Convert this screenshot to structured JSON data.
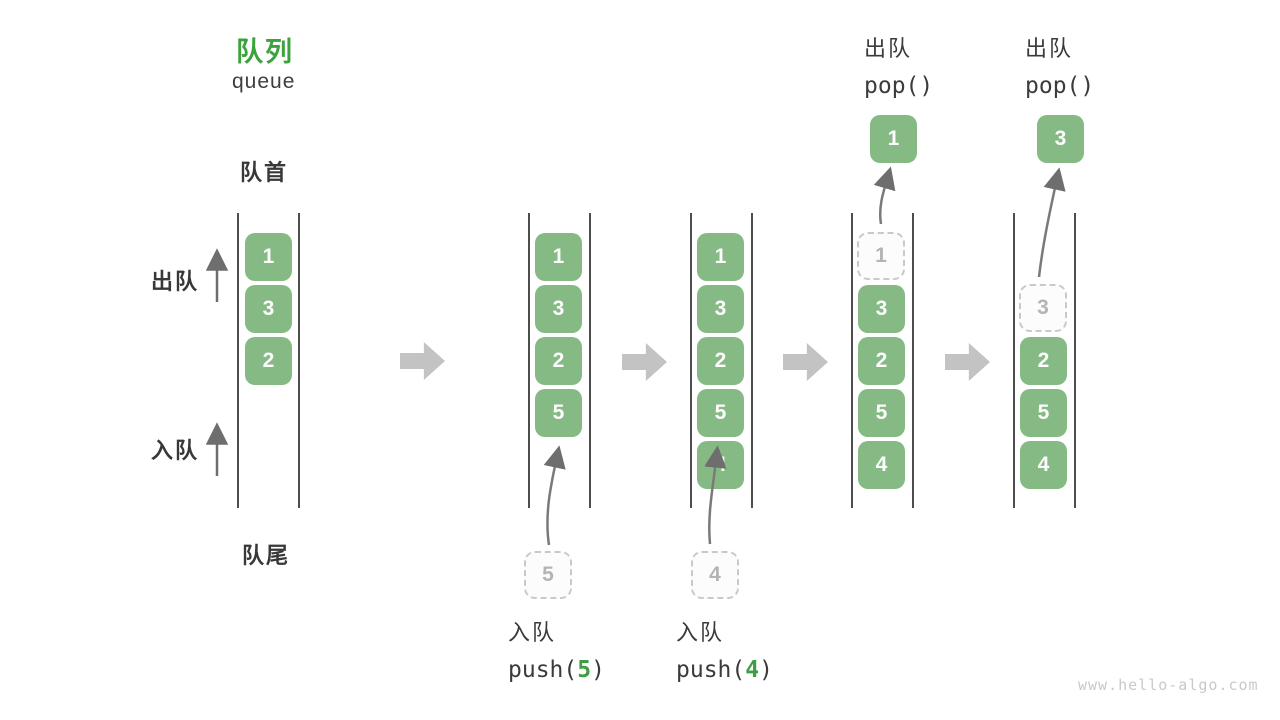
{
  "title": {
    "zh": "队列",
    "en": "queue"
  },
  "labels": {
    "front": "队首",
    "rear": "队尾",
    "dequeue": "出队",
    "enqueue": "入队"
  },
  "watermark": "www.hello-algo.com",
  "colors": {
    "box_green": "#86ba85",
    "title_green": "#3ca23c",
    "code_arg_green": "#3f9e42",
    "block_arrow_gray": "#c3c3c3",
    "line_gray": "#4d4d4d",
    "text_dark": "#3b3b3b",
    "ghost_gray": "#c9c9c9"
  },
  "columns": [
    {
      "boxes": [
        "1",
        "3",
        "2"
      ]
    },
    {
      "boxes": [
        "1",
        "3",
        "2",
        "5"
      ],
      "incoming": "5",
      "op": {
        "zh": "入队",
        "fn": "push(",
        "arg": "5",
        "close": ")"
      }
    },
    {
      "boxes": [
        "1",
        "3",
        "2",
        "5",
        "4"
      ],
      "incoming": "4",
      "op": {
        "zh": "入队",
        "fn": "push(",
        "arg": "4",
        "close": ")"
      }
    },
    {
      "ghost": "1",
      "boxes": [
        "3",
        "2",
        "5",
        "4"
      ],
      "popped": "1",
      "op": {
        "zh": "出队",
        "fn": "pop()"
      }
    },
    {
      "ghost": "3",
      "boxes": [
        "2",
        "5",
        "4"
      ],
      "popped": "3",
      "op": {
        "zh": "出队",
        "fn": "pop()"
      }
    }
  ]
}
